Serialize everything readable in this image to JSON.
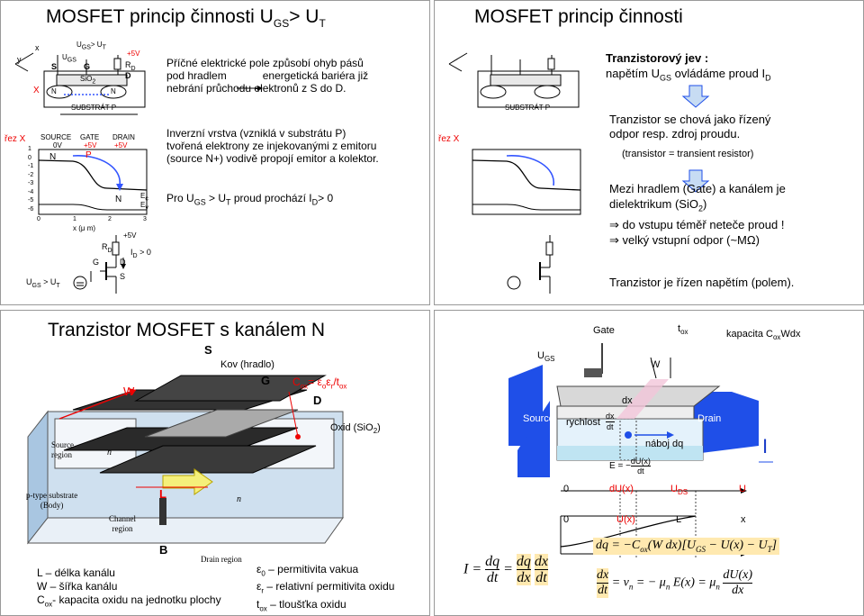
{
  "slide1": {
    "title": "MOSFET princip činnosti U",
    "title_sub": "GS",
    "title_tail": "> U",
    "title_sub2": "T",
    "p1": [
      "Příčné elektrické pole způsobí ohyb pásů",
      "pod hradlem",
      "energetická bariéra již",
      "nebrání průchodu elektronů z S do D."
    ],
    "p2": [
      "Inverzní vrstva (vzniklá v substrátu P)",
      "tvořená elektrony ze injekovanými z emitoru",
      "(source N+) vodivě propojí emitor a kolektor."
    ],
    "p3": "Pro U",
    "p3_gs": "GS",
    "p3_mid": " > U",
    "p3_t": "T",
    "p3_tail": " proud prochází I",
    "p3_d": "D",
    "p3_end": "> 0",
    "diagram": {
      "x_label": "x",
      "y_label": "y",
      "X_label": "X",
      "ugs_ut": "U",
      "ugs_sub": "GS",
      "ugs_tail": "> U",
      "ut_sub": "T",
      "ugs_tag": "U",
      "ugs_tag_sub": "GS",
      "s": "S",
      "g": "G",
      "d": "D",
      "plus5v": "+5V",
      "rd": "R",
      "rd_sub": "D",
      "sio2": "SiO",
      "sio2_sub": "2",
      "n_plus_left": "N",
      "n_plus_right": "N",
      "substrate": "SUBSTRÁT P",
      "rez": "řez X",
      "source": "SOURCE",
      "gate": "GATE",
      "drain": "DRAIN",
      "v0": "0V",
      "v5a": "+5V",
      "v5b": "+5V",
      "n_left": "N",
      "p_mid": "P",
      "n_right": "N",
      "ec": "E",
      "ec_sub": "c",
      "ev": "E",
      "ev_sub": "v",
      "yticks": [
        "1",
        "0",
        "-1",
        "-2",
        "-3",
        "-4",
        "-5",
        "-6"
      ],
      "xticks": [
        "0",
        "1",
        "2",
        "3"
      ],
      "xaxis": "x  (μ m)",
      "circ_plus5v": "+5V",
      "circ_rd": "R",
      "circ_rd_sub": "D",
      "circ_id": "I",
      "circ_id_sub": "D",
      "circ_id_tail": " > 0",
      "circ_g": "G",
      "circ_d": "D",
      "circ_s": "S",
      "circ_ugs": "U",
      "circ_ugs_sub": "GS",
      "circ_ugs_tail": " > U",
      "circ_ugs_t": "T"
    }
  },
  "slide2": {
    "title": "MOSFET princip činnosti",
    "h1": "Tranzistorový jev :",
    "h2a": "napětím U",
    "h2_gs": "GS",
    "h2b": " ovládáme proud I",
    "h2_d": "D",
    "t1": [
      "Tranzistor se chová jako řízený",
      "odpor resp. zdroj proudu."
    ],
    "t2": "(transistor = transient resistor)",
    "t3": [
      "Mezi hradlem (Gate) a kanálem je",
      "dielektrikum (SiO"
    ],
    "t3_sub": "2",
    "t3_end": ")",
    "t4": "do vstupu téměř neteče proud !",
    "t5": "velký vstupní odpor (~MΩ)",
    "t6": "Tranzistor je řízen napětím (polem)."
  },
  "slide3": {
    "title": "Tranzistor MOSFET s kanálem N",
    "s": "S",
    "kov": "Kov (hradlo)",
    "g": "G",
    "cox": "C",
    "cox_sub": "ox",
    "cox_eq": "= ε",
    "cox_e0": "o",
    "cox_er": "ε",
    "cox_er_sub": "r",
    "cox_slash": "/t",
    "cox_tox": "ox",
    "d": "D",
    "w": "W",
    "oxid": "Oxid (SiO",
    "oxid_sub": "2",
    "oxid_end": ")",
    "l": "L",
    "b": "B",
    "source_region": [
      "Source",
      "region"
    ],
    "n_left": "n",
    "n_right": "n",
    "p_substrate": [
      "p-type substrate",
      "(Body)"
    ],
    "channel_region": [
      "Channel",
      "region"
    ],
    "drain_region": "Drain region",
    "legend_left": [
      "L –   délka kanálu",
      "W –  šířka kanálu",
      "C"
    ],
    "legend_cox_sub": "ox",
    "legend_cox_tail": "- kapacita oxidu na jednotku plochy",
    "legend_right": [
      "ε",
      "ε",
      "t"
    ],
    "legend_r_subs": [
      "0",
      "r",
      "ox"
    ],
    "legend_r_text": [
      " – permitivita vakua",
      " – relativní permitivita oxidu",
      " – tloušťka oxidu"
    ]
  },
  "slide4": {
    "gate": "Gate",
    "tox": "t",
    "tox_sub": "ox",
    "kapacita": "kapacita C",
    "kap_sub": "ox",
    "kap_tail": "Wdx",
    "ugs": "U",
    "ugs_sub": "GS",
    "w": "W",
    "dx": "dx",
    "source": "Source",
    "drain": "Drain",
    "rychlost": "rychlost",
    "frac_num": "dx",
    "frac_den": "dt",
    "naboj": "náboj dq",
    "e_eq": "E = −",
    "e_num": "dU(x)",
    "e_den": "dt",
    "i_big": "I",
    "axis_0a": "0",
    "axis_dux": "dU(x)",
    "axis_uds": "U",
    "axis_uds_sub": "DS",
    "axis_u": "U",
    "axis_0b": "0",
    "axis_ux": "U(x)",
    "axis_l": "L",
    "axis_x": "x",
    "eq_i": "I =",
    "eq_dq": "dq",
    "eq_dt": "dt",
    "eq_eq": "=",
    "eq_dq2": "dq",
    "eq_dx2": "dx",
    "eq_dx3": "dx",
    "eq_dt3": "dt",
    "eq_top": "dq = −C",
    "eq_top_sub": "ox",
    "eq_top_mid": "(W dx)",
    "eq_top_tail": "[U",
    "eq_top_gs": "GS",
    "eq_top_end": " − U(x) − U",
    "eq_top_t": "T",
    "eq_top_close": "]",
    "eq_v_num": "dx",
    "eq_v_den": "dt",
    "eq_v": "= v",
    "eq_v_n": "n",
    "eq_v_mid": " = − μ",
    "eq_mu_n": "n",
    "eq_v_ex": " E(x) = μ",
    "eq_mu_n2": "n",
    "eq_du_num": "dU(x)",
    "eq_du_den": "dx"
  },
  "colors": {
    "red": "#e00000",
    "blue_region": "#1f4fe8",
    "oxide_yellow": "#f5f07a",
    "arrow_fill": "#c7dcf3",
    "highlight": "#ffe9b0"
  }
}
